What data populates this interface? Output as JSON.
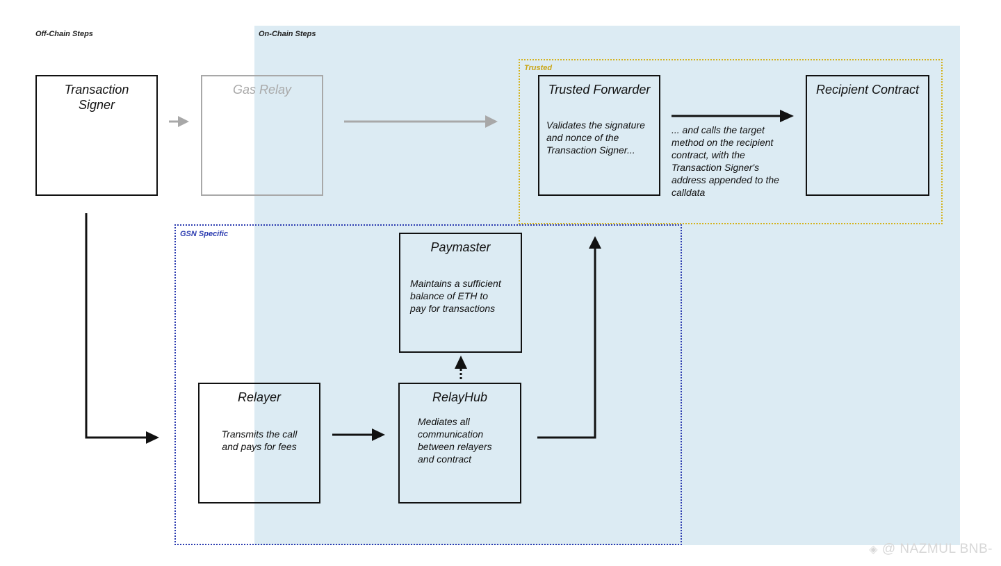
{
  "sections": {
    "off_chain_label": "Off-Chain Steps",
    "on_chain_label": "On-Chain Steps"
  },
  "regions": {
    "trusted_label": "Trusted",
    "gsn_label": "GSN Specific"
  },
  "boxes": {
    "transaction_signer": {
      "title": "Transaction\nSigner"
    },
    "gas_relay": {
      "title": "Gas Relay"
    },
    "trusted_forwarder": {
      "title": "Trusted Forwarder",
      "description": "Validates the signature\nand nonce of the\nTransaction Signer..."
    },
    "recipient_contract": {
      "title": "Recipient Contract"
    },
    "paymaster": {
      "title": "Paymaster",
      "description": "Maintains a sufficient\nbalance of ETH to\npay for transactions"
    },
    "relayer": {
      "title": "Relayer",
      "description": "Transmits the call\nand pays for fees"
    },
    "relayhub": {
      "title": "RelayHub",
      "description": "Mediates all\ncommunication\nbetween relayers\nand contract"
    }
  },
  "annotations": {
    "forwarder_to_recipient": "... and calls the target\nmethod on the recipient\ncontract, with the\nTransaction Signer's\naddress appended to the\ncalldata"
  },
  "colors": {
    "on_chain_background": "#dcebf3",
    "trusted_border": "#d4b21a",
    "gsn_border": "#2b3bb0",
    "faded": "#a8a8a8",
    "ink": "#111111"
  },
  "watermark": "@ NAZMUL BNB-"
}
